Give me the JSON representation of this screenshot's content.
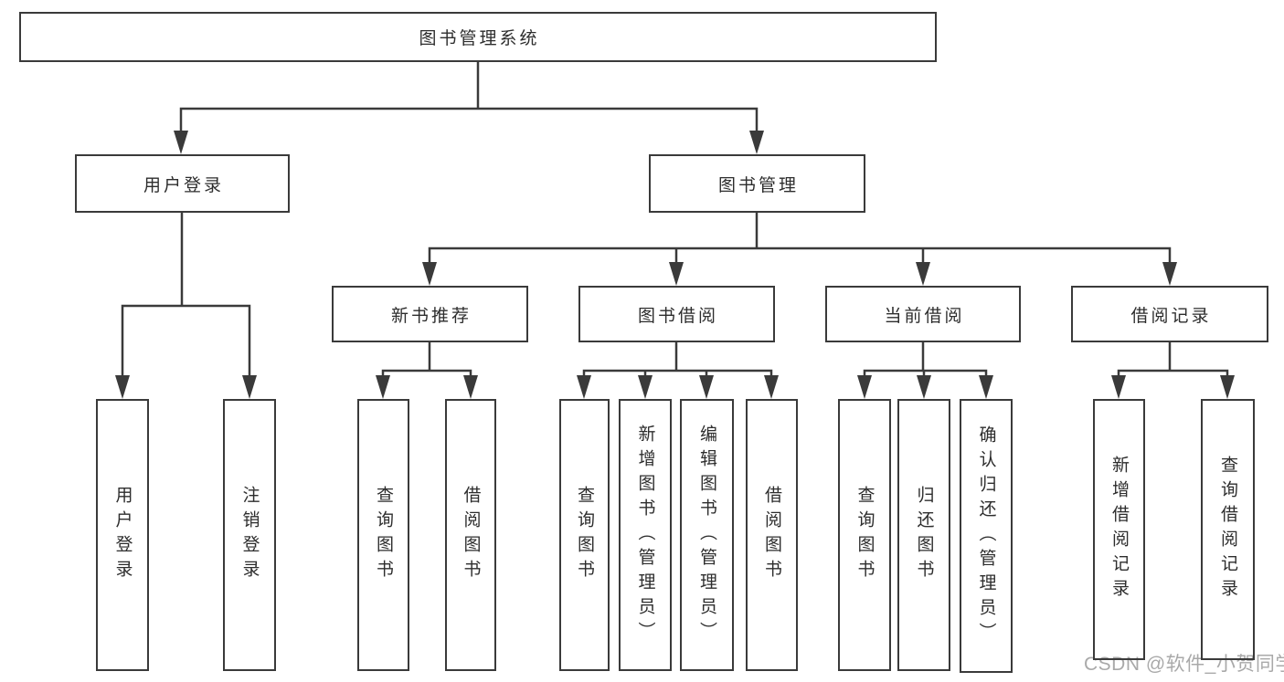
{
  "tree": {
    "root": {
      "label": "图书管理系统",
      "children": [
        {
          "label": "用户登录",
          "children": [
            {
              "label": "用户登录"
            },
            {
              "label": "注销登录"
            }
          ]
        },
        {
          "label": "图书管理",
          "children": [
            {
              "label": "新书推荐",
              "children": [
                {
                  "label": "查询图书"
                },
                {
                  "label": "借阅图书"
                }
              ]
            },
            {
              "label": "图书借阅",
              "children": [
                {
                  "label": "查询图书"
                },
                {
                  "label": "新增图书（管理员）"
                },
                {
                  "label": "编辑图书（管理员）"
                },
                {
                  "label": "借阅图书"
                }
              ]
            },
            {
              "label": "当前借阅",
              "children": [
                {
                  "label": "查询图书"
                },
                {
                  "label": "归还图书"
                },
                {
                  "label": "确认归还（管理员）"
                }
              ]
            },
            {
              "label": "借阅记录",
              "children": [
                {
                  "label": "新增借阅记录"
                },
                {
                  "label": "查询借阅记录"
                }
              ]
            }
          ]
        }
      ]
    }
  },
  "watermark": {
    "text": "CSDN @软件_小贺同学"
  },
  "colors": {
    "border": "#3a3a3a",
    "text": "#2d2d2d",
    "watermark": "#a9a9a9",
    "background": "#ffffff"
  }
}
